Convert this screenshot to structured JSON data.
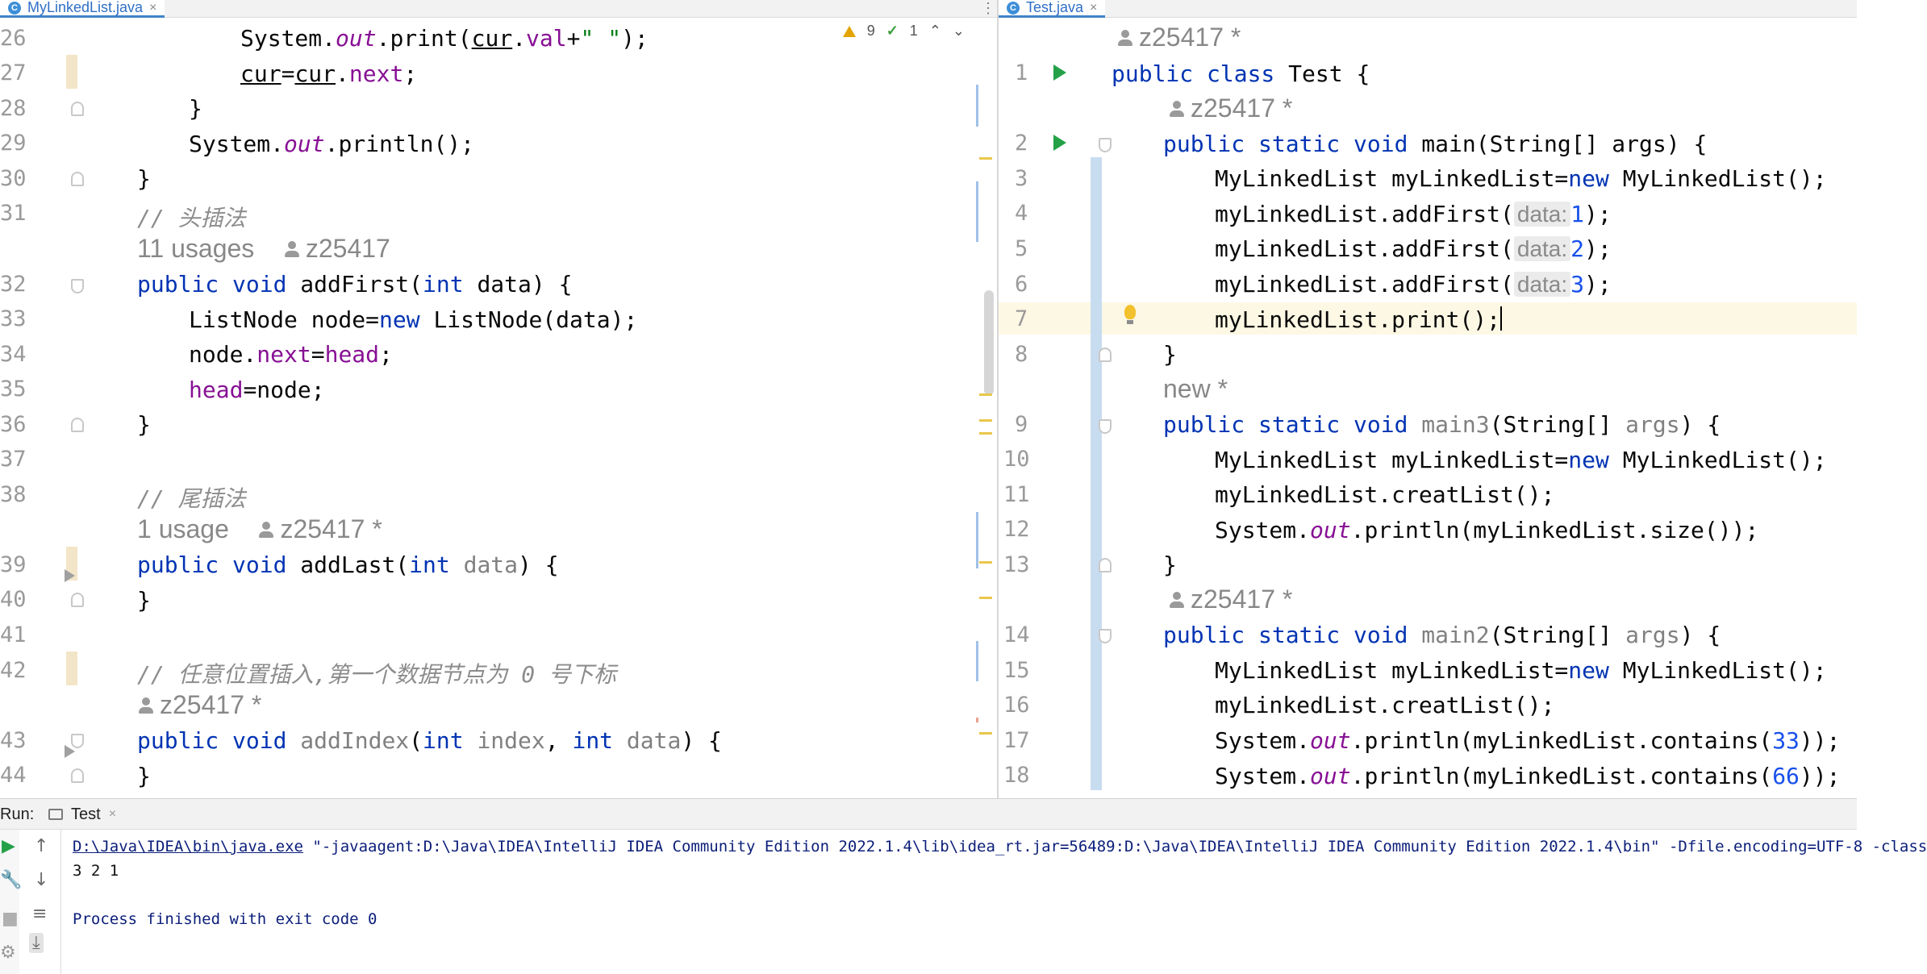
{
  "left_editor": {
    "tab": {
      "label": "MyLinkedList.java",
      "close": "×"
    },
    "inspection": {
      "warnings": "9",
      "weak_warnings": "1",
      "up": "⌃",
      "down": "⌄"
    },
    "lines": {
      "n26": "26",
      "n27": "27",
      "n28": "28",
      "n29": "29",
      "n30": "30",
      "n31": "31",
      "n32": "32",
      "n33": "33",
      "n34": "34",
      "n35": "35",
      "n36": "36",
      "n37": "37",
      "n38": "38",
      "n39": "39",
      "n40": "40",
      "n41": "41",
      "n42": "42",
      "n43": "43",
      "n44": "44"
    },
    "code": {
      "l26_a": "System.",
      "l26_b": "out",
      "l26_c": ".print(",
      "l26_d": "cur",
      "l26_e": ".",
      "l26_f": "val",
      "l26_g": "+",
      "l26_h": "\" \"",
      "l26_i": ");",
      "l27_a": "cur",
      "l27_b": "=",
      "l27_c": "cur",
      "l27_d": ".",
      "l27_e": "next",
      "l27_f": ";",
      "l28": "}",
      "l29_a": "System.",
      "l29_b": "out",
      "l29_c": ".println();",
      "l30": "}",
      "l31": "// 头插法",
      "hint31_usages": "11 usages",
      "hint31_author": "z25417",
      "l32_a": "public void ",
      "l32_b": "addFirst(",
      "l32_c": "int ",
      "l32_d": "data) {",
      "l33_a": "ListNode node=",
      "l33_b": "new ",
      "l33_c": "ListNode(data);",
      "l34_a": "node.",
      "l34_b": "next",
      "l34_c": "=",
      "l34_d": "head",
      "l34_e": ";",
      "l35_a": "head",
      "l35_b": "=node;",
      "l36": "}",
      "l38": "// 尾插法",
      "hint38_usages": "1 usage",
      "hint38_author": "z25417 *",
      "l39_a": "public void ",
      "l39_b": "addLast(",
      "l39_c": "int ",
      "l39_d": "data",
      "l39_e": ") {",
      "l40": "}",
      "l42": "// 任意位置插入,第一个数据节点为 0 号下标",
      "hint42_author": "z25417 *",
      "l43_a": "public void ",
      "l43_b": "addIndex",
      "l43_c": "(",
      "l43_d": "int ",
      "l43_e": "index",
      "l43_f": ", ",
      "l43_g": "int ",
      "l43_h": "data",
      "l43_i": ") {",
      "l44": "}"
    }
  },
  "right_editor": {
    "tab": {
      "label": "Test.java",
      "close": "×"
    },
    "tab_menu": "⋮",
    "lines": {
      "n1": "1",
      "n2": "2",
      "n3": "3",
      "n4": "4",
      "n5": "5",
      "n6": "6",
      "n7": "7",
      "n8": "8",
      "n9": "9",
      "n10": "10",
      "n11": "11",
      "n12": "12",
      "n13": "13",
      "n14": "14",
      "n15": "15",
      "n16": "16",
      "n17": "17",
      "n18": "18"
    },
    "code": {
      "hint0_author": "z25417 *",
      "l1_a": "public class ",
      "l1_b": "Test {",
      "hint1_author": "z25417 *",
      "l2_a": "public static void ",
      "l2_b": "main(String[] args) {",
      "l3_a": "MyLinkedList myLinkedList=",
      "l3_b": "new ",
      "l3_c": "MyLinkedList();",
      "l4_a": "myLinkedList.addFirst(",
      "l4_hint": "data:",
      "l4_num": "1",
      "l4_end": ");",
      "l5_a": "myLinkedList.addFirst(",
      "l5_hint": "data:",
      "l5_num": "2",
      "l5_end": ");",
      "l6_a": "myLinkedList.addFirst(",
      "l6_hint": "data:",
      "l6_num": "3",
      "l6_end": ");",
      "l7": "myLinkedList.print();",
      "l8": "}",
      "hint8_author": "new *",
      "l9_a": "public static void ",
      "l9_b": "main3",
      "l9_c": "(String[] ",
      "l9_d": "args",
      "l9_e": ") {",
      "l10_a": "MyLinkedList myLinkedList=",
      "l10_b": "new ",
      "l10_c": "MyLinkedList();",
      "l11": "myLinkedList.creatList();",
      "l12_a": "System.",
      "l12_b": "out",
      "l12_c": ".println(myLinkedList.size());",
      "l13": "}",
      "hint13_author": "z25417 *",
      "l14_a": "public static void ",
      "l14_b": "main2",
      "l14_c": "(String[] ",
      "l14_d": "args",
      "l14_e": ") {",
      "l15_a": "MyLinkedList myLinkedList=",
      "l15_b": "new ",
      "l15_c": "MyLinkedList();",
      "l16": "myLinkedList.creatList();",
      "l17_a": "System.",
      "l17_b": "out",
      "l17_c": ".println(myLinkedList.contains(",
      "l17_num": "33",
      "l17_end": "));",
      "l18_a": "System.",
      "l18_b": "out",
      "l18_c": ".println(myLinkedList.contains(",
      "l18_num": "66",
      "l18_end": "));"
    }
  },
  "run_panel": {
    "title": "Run:",
    "tab_label": "Test",
    "tab_close": "×",
    "command_link": "D:\\Java\\IDEA\\bin\\java.exe",
    "command_rest": " \"-javaagent:D:\\Java\\IDEA\\IntelliJ IDEA Community Edition 2022.1.4\\lib\\idea_rt.jar=56489:D:\\Java\\IDEA\\IntelliJ IDEA Community Edition 2022.1.4\\bin\" -Dfile.encoding=UTF-8 -class",
    "output": "3 2 1",
    "finished": "Process finished with exit code 0"
  },
  "colors": {
    "keyword": "#0033b3",
    "field": "#871094",
    "comment": "#8c8c8c",
    "number": "#1750eb",
    "string": "#067d17",
    "run_green": "#24a148",
    "console": "#0b1e7a"
  }
}
